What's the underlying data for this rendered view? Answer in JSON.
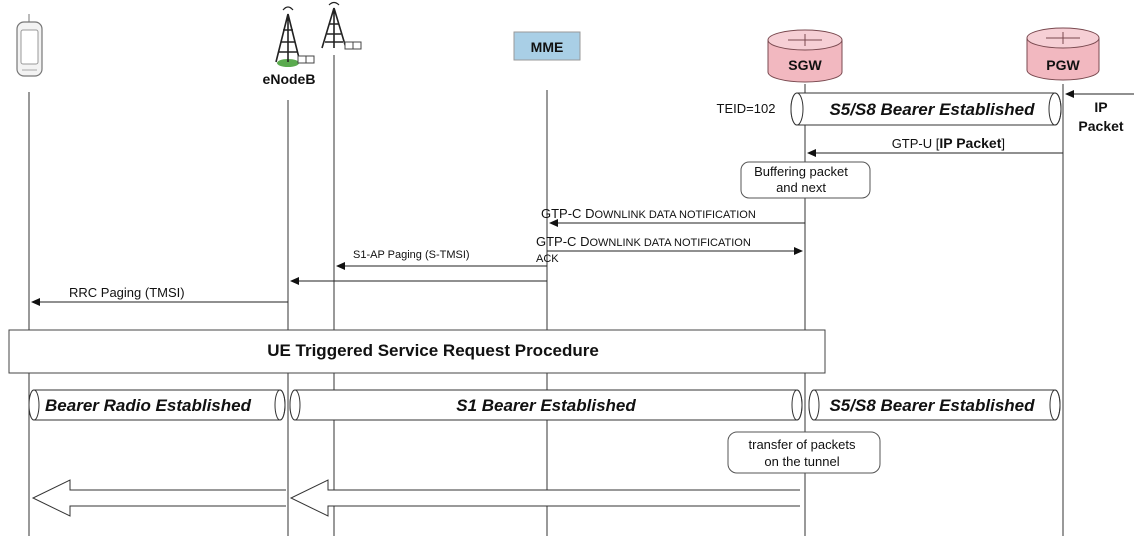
{
  "entities": {
    "enodeb": "eNodeB",
    "mme": "MME",
    "sgw": "SGW",
    "pgw": "PGW"
  },
  "tunnel_top": {
    "teid": "TEID=102",
    "label": "S5/S8 Bearer Established"
  },
  "ip_packet": {
    "line1": "IP",
    "line2": "Packet"
  },
  "messages": {
    "gtpu_prefix": "GTP-U [",
    "gtpu_bold": "IP Packet",
    "gtpu_suffix": "]",
    "buffering_line1": "Buffering packet",
    "buffering_line2": "and next",
    "ddn_gtpc": "GTP-C ",
    "ddn_d": "D",
    "ddn_rest": "OWNLINK DATA NOTIFICATION",
    "ddn_ack_gtpc": "GTP-C ",
    "ddn_ack_d": "D",
    "ddn_ack_rest": "OWNLINK DATA NOTIFICATION",
    "ddn_ack_ack": "ACK",
    "s1ap_paging": "S1-AP Paging (S-TMSI)",
    "rrc_paging": "RRC Paging (TMSI)"
  },
  "procedure": {
    "label": "UE Triggered Service Request Procedure"
  },
  "bearers": {
    "radio": "Bearer Radio Established",
    "s1": "S1 Bearer Established",
    "s5s8": "S5/S8 Bearer Established"
  },
  "transfer": {
    "line1": "transfer of packets",
    "line2": "on the tunnel"
  },
  "colors": {
    "mme_box": "#a9cfe6",
    "router_fill": "#f2b8c0",
    "router_top": "#f6cfd5",
    "antenna_base": "#5aaa4e"
  },
  "icons": [
    "phone-icon",
    "antenna-icon",
    "router-icon"
  ]
}
